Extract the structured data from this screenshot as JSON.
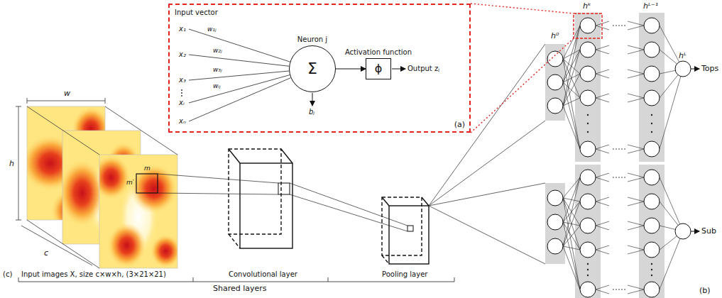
{
  "diagram": {
    "nodes": [
      {
        "text": [
          "(a)"
        ]
      },
      {
        "text": [
          "Neuron j",
          "Σ"
        ],
        "in": 0
      },
      {
        "text": [
          "Activation function",
          "ϕ"
        ],
        "in": 0
      }
    ],
    "edges": [
      {
        "from": 1,
        "to": 2,
        "arrow": "to"
      }
    ],
    "labels": [
      "Input vector",
      "x₁",
      "x₂",
      "x₃",
      "xᵢ",
      "xₙ",
      "w₁ⱼ",
      "w₂ⱼ",
      "w₃ⱼ",
      "wᵢⱼ",
      "bⱼ",
      "Output zⱼ",
      "hᵏ",
      "h⁰",
      "hᴸ⁻¹",
      "hᴸ",
      "Tops",
      "Sub",
      "(b)",
      "w",
      "h",
      "c",
      "m",
      "m′",
      "(c)",
      "Input images X, size c×w×h, (3×21×21)",
      "Convolutional layer",
      "Pooling layer",
      "Shared layers"
    ]
  }
}
